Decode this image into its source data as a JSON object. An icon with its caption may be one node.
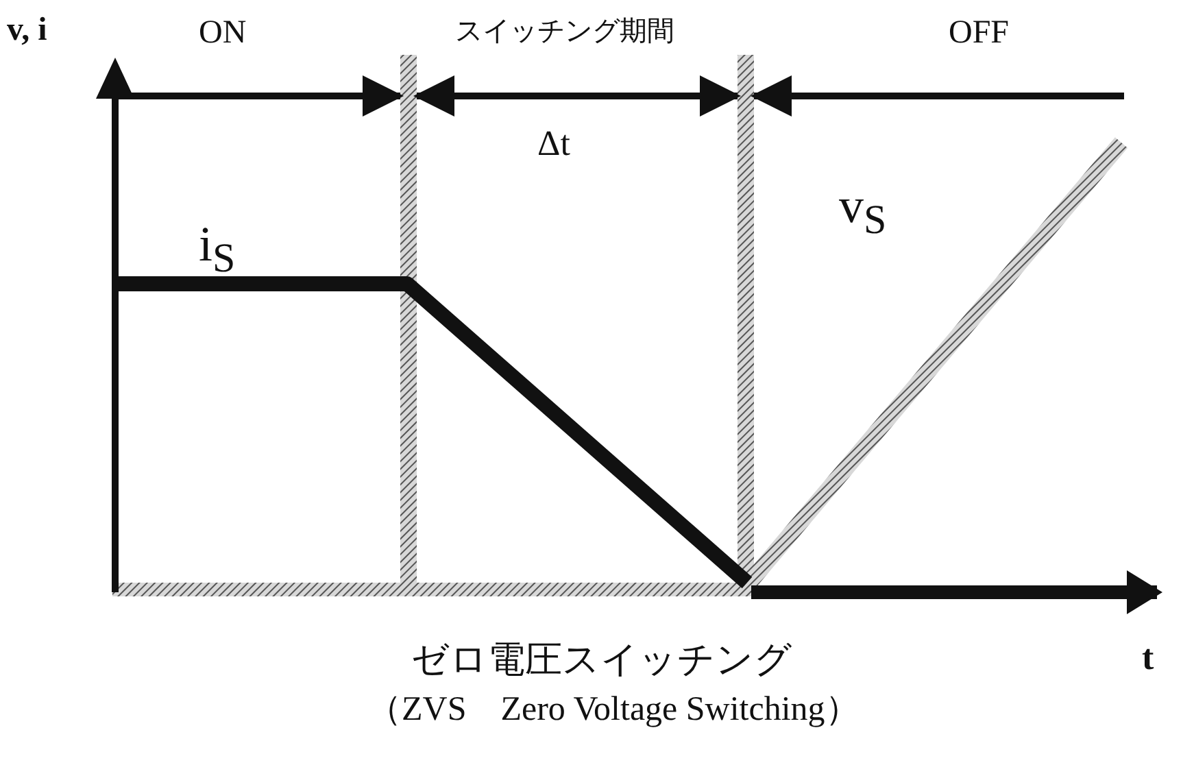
{
  "diagram": {
    "title": "ゼロ電圧スイッチング",
    "caption": "（ZVS　Zero Voltage Switching）",
    "labels": [
      "v, i",
      "ON",
      "スイッチング期間",
      "OFF",
      "Δt",
      "i$_{S}$",
      "v$_{S}$",
      "t"
    ]
  }
}
